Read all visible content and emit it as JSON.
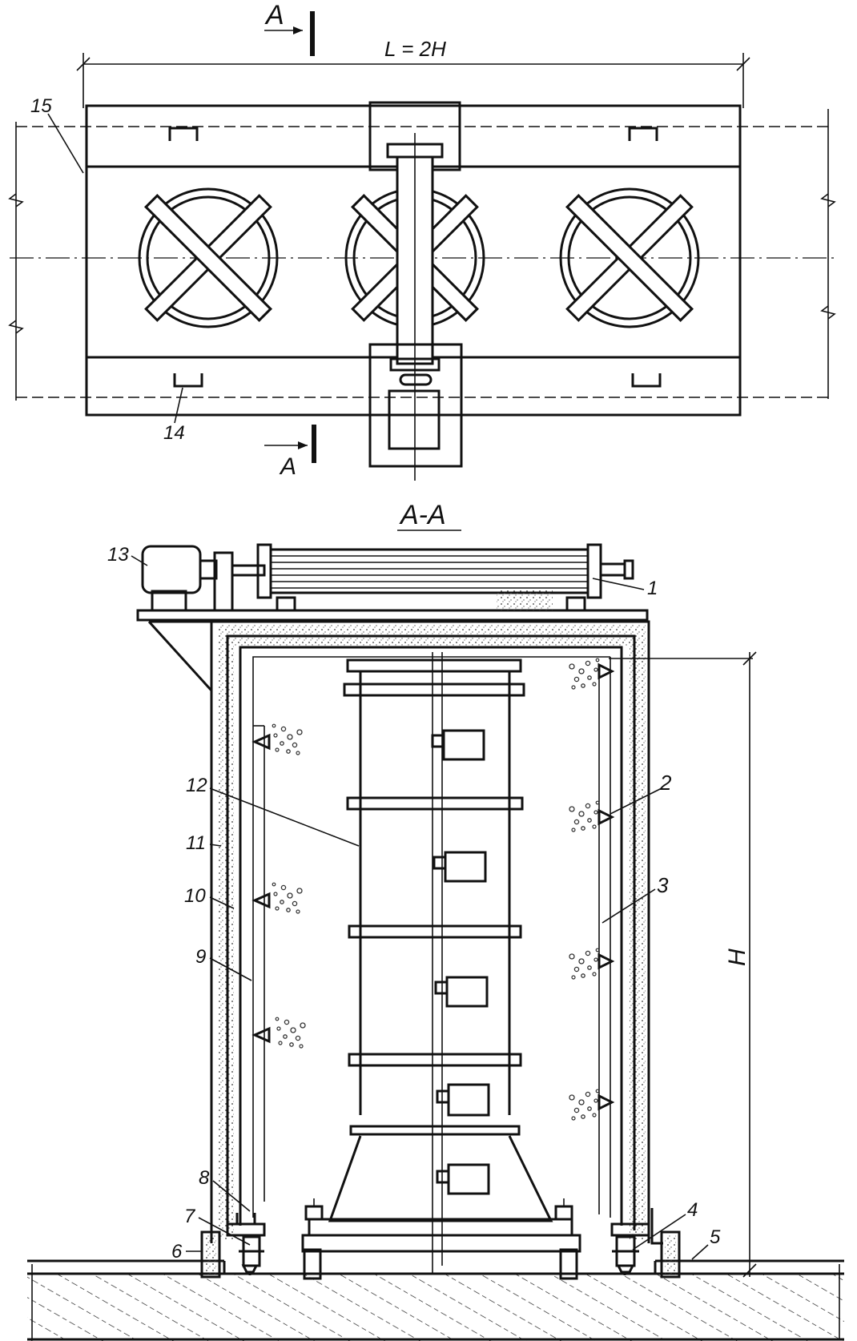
{
  "plan": {
    "dimension_label": "L = 2H",
    "section_mark_top": "A",
    "section_mark_bottom": "A",
    "callouts": [
      {
        "id": "15",
        "text": "15"
      },
      {
        "id": "14",
        "text": "14"
      }
    ]
  },
  "section": {
    "title": "A-A",
    "height_label": "H",
    "callouts": [
      {
        "id": "13",
        "text": "13"
      },
      {
        "id": "1",
        "text": "1"
      },
      {
        "id": "2",
        "text": "2"
      },
      {
        "id": "3",
        "text": "3"
      },
      {
        "id": "12",
        "text": "12"
      },
      {
        "id": "11",
        "text": "11"
      },
      {
        "id": "10",
        "text": "10"
      },
      {
        "id": "9",
        "text": "9"
      },
      {
        "id": "8",
        "text": "8"
      },
      {
        "id": "7",
        "text": "7"
      },
      {
        "id": "6",
        "text": "6"
      },
      {
        "id": "4",
        "text": "4"
      },
      {
        "id": "5",
        "text": "5"
      }
    ]
  }
}
